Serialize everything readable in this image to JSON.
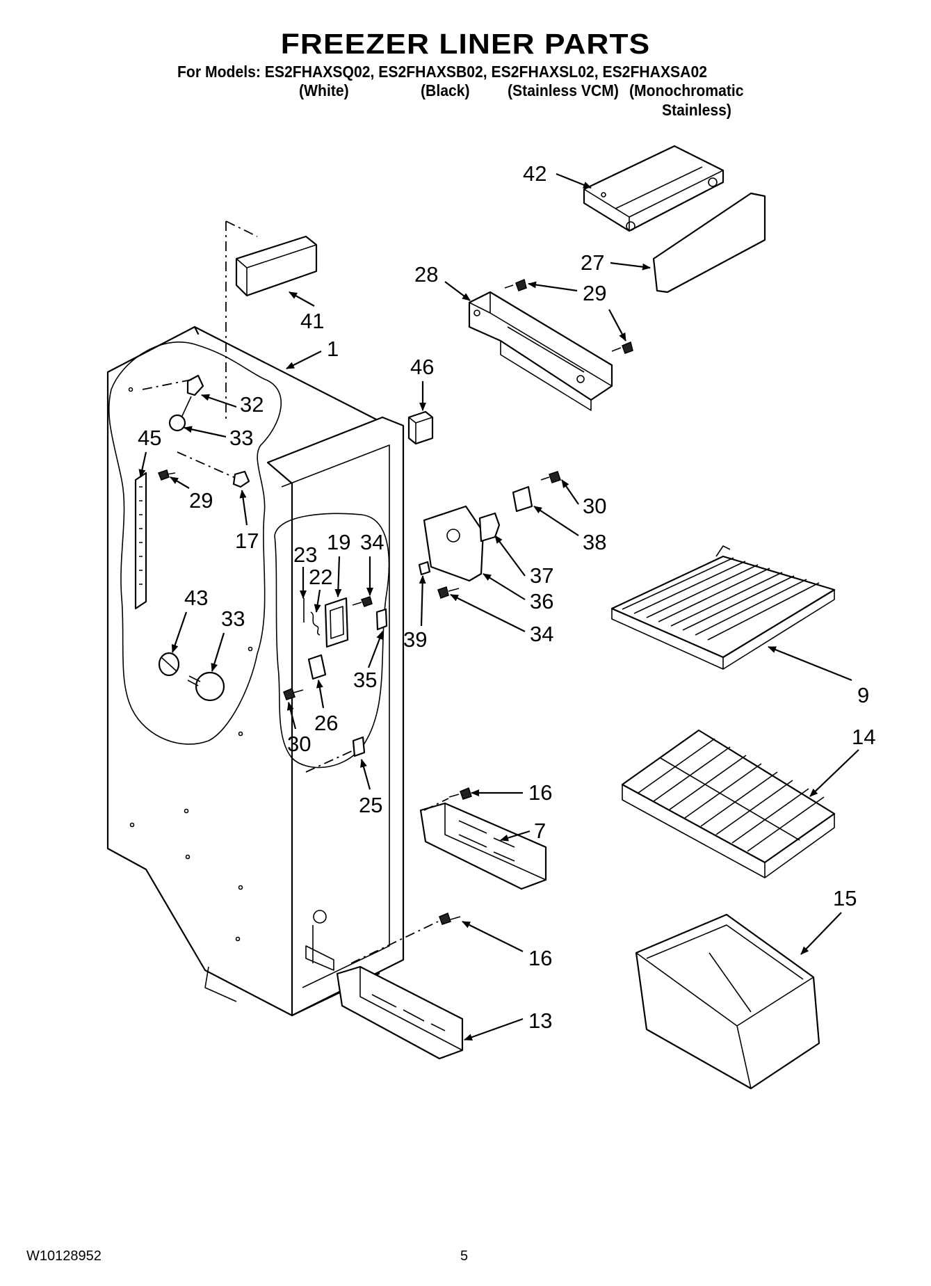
{
  "header": {
    "title": "FREEZER LINER PARTS",
    "models_line": "For Models: ES2FHAXSQ02, ES2FHAXSB02, ES2FHAXSL02, ES2FHAXSA02",
    "variant_white": "(White)",
    "variant_black": "(Black)",
    "variant_stainless": "(Stainless VCM)",
    "variant_mono": "(Monochromatic",
    "variant_mono_2": "Stainless)"
  },
  "footer": {
    "doc_number": "W10128952",
    "page_number": "5"
  },
  "callouts": {
    "c42": "42",
    "c27": "27",
    "c28": "28",
    "c29a": "29",
    "c29b": "29",
    "c41": "41",
    "c1": "1",
    "c46": "46",
    "c32": "32",
    "c33a": "33",
    "c45": "45",
    "c29c": "29",
    "c17": "17",
    "c23": "23",
    "c19": "19",
    "c34a": "34",
    "c22": "22",
    "c30a": "30",
    "c38": "38",
    "c37": "37",
    "c36": "36",
    "c34b": "34",
    "c39": "39",
    "c43": "43",
    "c33b": "33",
    "c35": "35",
    "c26": "26",
    "c30b": "30",
    "c9": "9",
    "c14": "14",
    "c25": "25",
    "c16a": "16",
    "c7": "7",
    "c15": "15",
    "c16b": "16",
    "c13": "13"
  }
}
